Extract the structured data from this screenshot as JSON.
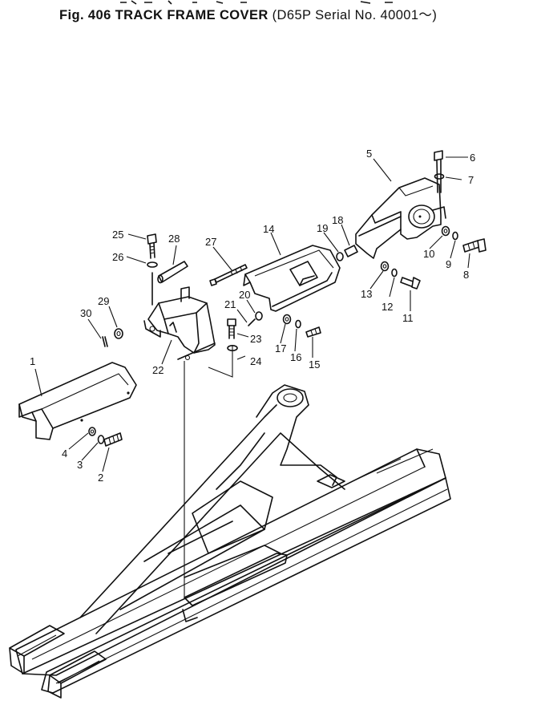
{
  "figure": {
    "title": "Fig. 406   TRACK  FRAME  COVER",
    "subtitle": "(D65P  Serial  No.  40001～)"
  },
  "callouts": [
    "1",
    "2",
    "3",
    "4",
    "5",
    "6",
    "7",
    "8",
    "9",
    "10",
    "11",
    "12",
    "13",
    "14",
    "15",
    "16",
    "17",
    "18",
    "19",
    "20",
    "21",
    "22",
    "23",
    "24",
    "25",
    "26",
    "27",
    "28",
    "29",
    "30"
  ]
}
